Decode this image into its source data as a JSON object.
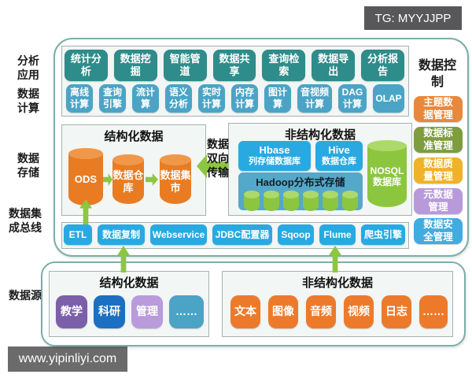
{
  "badges": {
    "tg": "TG: MYYJJPP",
    "watermark": "www.yipinliyi.com"
  },
  "left_labels": {
    "analysis": "分析应用",
    "compute": "数据计算",
    "storage": "数据存储",
    "integration": "数据集成总线",
    "source": "数据源"
  },
  "analysis_apps": {
    "color": "#2E8C8A",
    "items": [
      "统计分析",
      "数据挖掘",
      "智能管道",
      "数据共享",
      "查询检索",
      "数据导出",
      "分析报告"
    ]
  },
  "compute": {
    "color": "#4BA4C6",
    "items": [
      "离线计算",
      "查询引擎",
      "流计算",
      "语义分析",
      "实时计算",
      "内存计算",
      "图计算",
      "音视频计算",
      "DAG计算",
      "OLAP"
    ]
  },
  "storage": {
    "structured": {
      "title": "结构化数据",
      "nodes": [
        "ODS",
        "数据仓库",
        "数据集市"
      ]
    },
    "transfer_label": "数据双向传输",
    "unstructured": {
      "title": "非结构化数据",
      "hbase_name": "Hbase",
      "hbase_desc": "列存储数据库",
      "hive_name": "Hive",
      "hive_desc": "数据仓库",
      "hadoop_title": "Hadoop分布式存储",
      "nosql_name": "NOSQL",
      "nosql_desc": "数据库"
    }
  },
  "integration": {
    "color": "#29A9E2",
    "items": [
      "ETL",
      "数据复制",
      "Webservice",
      "JDBC配置器",
      "Sqoop",
      "Flume",
      "爬虫引擎"
    ]
  },
  "control": {
    "title": "数据控制",
    "items": [
      {
        "label": "主题数据管理",
        "color": "#E8883C"
      },
      {
        "label": "数据标准管理",
        "color": "#7E9D3F"
      },
      {
        "label": "数据质量管理",
        "color": "#EFB22A"
      },
      {
        "label": "元数据管理",
        "color": "#B89ADB"
      },
      {
        "label": "数据安全管理",
        "color": "#41ACE0"
      }
    ]
  },
  "sources": {
    "structured": {
      "title": "结构化数据",
      "items": [
        {
          "label": "教学",
          "color": "#7B5FA9"
        },
        {
          "label": "科研",
          "color": "#1B70C1"
        },
        {
          "label": "管理",
          "color": "#B99BDB"
        },
        {
          "label": "……",
          "color": "#4BA4C6"
        }
      ]
    },
    "unstructured": {
      "title": "非结构化数据",
      "color": "#ED7A2B",
      "items": [
        "文本",
        "图像",
        "音频",
        "视频",
        "日志",
        "……"
      ]
    }
  },
  "colors": {
    "container_border": "#79AFA9",
    "inner_box_bg": "#F2F6F5",
    "inner_box_border": "#A5B1B1",
    "green_arrow": "#8DC63F",
    "cylinder_orange": "#E97C22",
    "cylinder_green": "#8CC63E",
    "hadoop_blue": "#54A8C9",
    "tg_badge_bg": "#58585A",
    "watermark_bg": "#6B6B6B"
  }
}
